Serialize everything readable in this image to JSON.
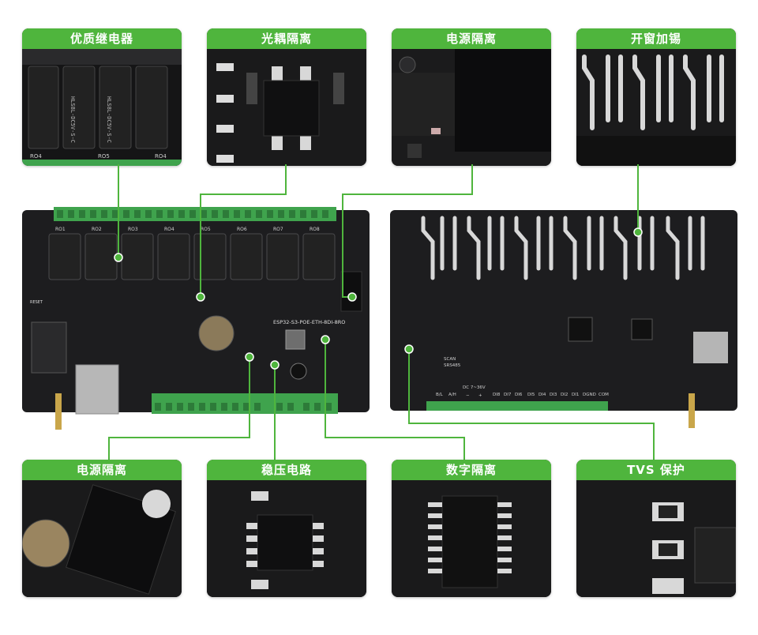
{
  "callouts": {
    "top": [
      {
        "title": "优质继电器"
      },
      {
        "title": "光耦隔离"
      },
      {
        "title": "电源隔离"
      },
      {
        "title": "开窗加锡"
      }
    ],
    "bottom": [
      {
        "title": "电源隔离"
      },
      {
        "title": "稳压电路"
      },
      {
        "title": "数字隔离"
      },
      {
        "title": "TVS 保护"
      }
    ]
  },
  "board": {
    "silk_model": "ESP32-S3-POE-ETH-8DI-8RO",
    "relay_labels": [
      "RO1",
      "RO2",
      "RO3",
      "RO4",
      "RO5",
      "RO6",
      "RO7",
      "RO8"
    ],
    "relay_part": "HLS8L-DC5V-S-C",
    "reset_label": "RESET",
    "back_input_labels": [
      "B/L",
      "A/H",
      "DI8",
      "DI7",
      "DI6",
      "DI5",
      "DI4",
      "DI3",
      "DI2",
      "DI1",
      "DGND",
      "COM"
    ],
    "power_label": "DC 7~36V",
    "power_terms": [
      "−",
      "+"
    ],
    "can_labels": [
      "SCAN",
      "SRS485"
    ]
  },
  "colors": {
    "accent_green": "#4fb53d",
    "terminal_green": "#3fa34d",
    "pcb_black": "#1d1d1f",
    "connector_line": "#4fb53d"
  }
}
